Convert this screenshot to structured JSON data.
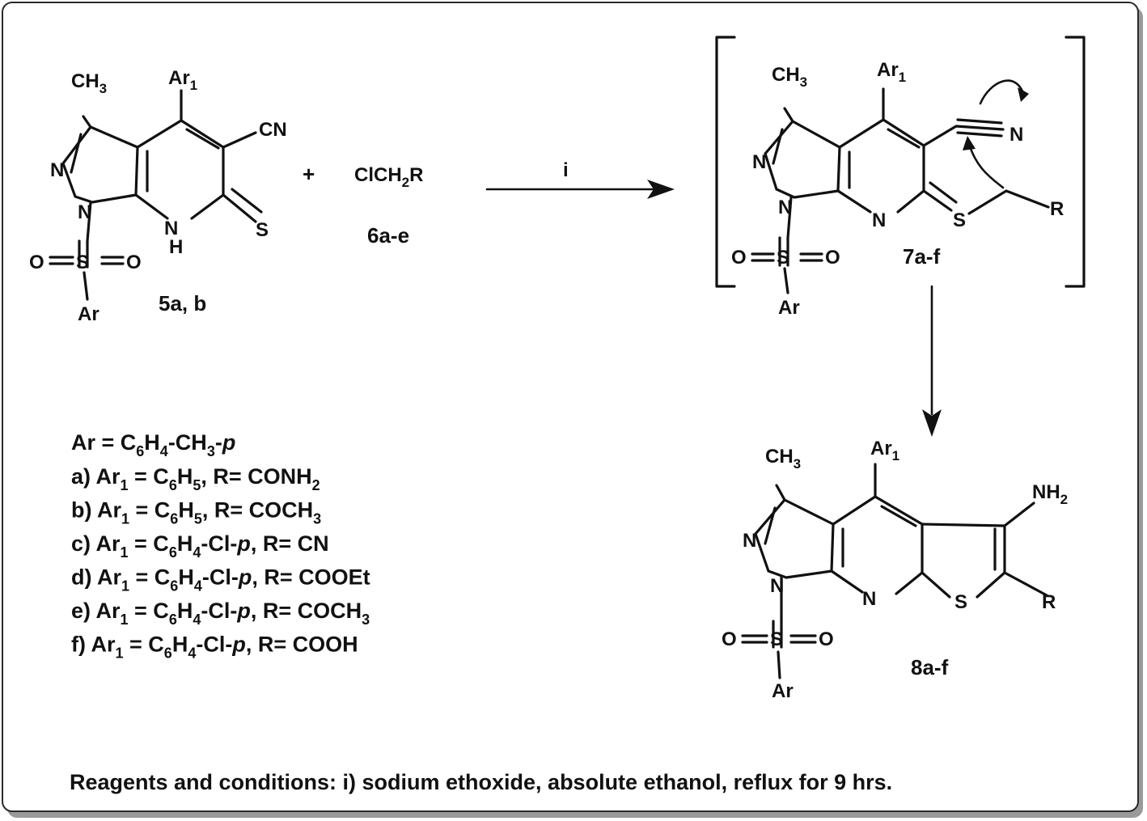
{
  "colors": {
    "ink": "#111111",
    "background": "#ffffff",
    "frame_border": "#2a2a2a",
    "frame_shadow": "#9a9a9a"
  },
  "atoms": {
    "ch3": "CH",
    "ch3_sub": "3",
    "ar1": "Ar",
    "ar1_sub": "1",
    "n": "N",
    "nh": "N",
    "h": "H",
    "s": "S",
    "o": "O",
    "ar": "Ar",
    "cn": "CN",
    "r": "R",
    "nh2": "NH",
    "nh2_sub": "2"
  },
  "reagent": {
    "plus": "+",
    "formula_pre": "ClCH",
    "formula_sub": "2",
    "formula_post": "R"
  },
  "compounds": {
    "c5": "5a, b",
    "c6": "6a-e",
    "c7": "7a-f",
    "c8": "8a-f"
  },
  "arrow_label": "i",
  "definitions": {
    "ar_line": {
      "lead": "Ar = C",
      "s1": "6",
      "m1": "H",
      "s2": "4",
      "m2": "-CH",
      "s3": "3",
      "m3": "-",
      "italic": "p"
    },
    "options": [
      {
        "key": "a)",
        "r1": "C",
        "r1s": "6",
        "r1m": "H",
        "r1s2": "5",
        "r1tail": "",
        "r1it": "",
        "rval": "CONH",
        "rsub": "2"
      },
      {
        "key": "b)",
        "r1": "C",
        "r1s": "6",
        "r1m": "H",
        "r1s2": "5",
        "r1tail": "",
        "r1it": "",
        "rval": "COCH",
        "rsub": "3"
      },
      {
        "key": "c)",
        "r1": "C",
        "r1s": "6",
        "r1m": "H",
        "r1s2": "4",
        "r1tail": "-Cl-",
        "r1it": "p",
        "rval": "CN",
        "rsub": ""
      },
      {
        "key": "d)",
        "r1": "C",
        "r1s": "6",
        "r1m": "H",
        "r1s2": "4",
        "r1tail": "-Cl-",
        "r1it": "p",
        "rval": "COOEt",
        "rsub": ""
      },
      {
        "key": "e)",
        "r1": "C",
        "r1s": "6",
        "r1m": "H",
        "r1s2": "4",
        "r1tail": "-Cl-",
        "r1it": "p",
        "rval": " COCH",
        "rsub": "3"
      },
      {
        "key": "f)",
        "r1": " C",
        "r1s": "6",
        "r1m": "H",
        "r1s2": "4",
        "r1tail": "-Cl-",
        "r1it": "p",
        "rval": "COOH",
        "rsub": ""
      }
    ],
    "ar1_word": "Ar",
    "ar1_sub": "1",
    "eq": " = ",
    "r_eq": ", R= "
  },
  "conditions": "Reagents and conditions: i) sodium ethoxide, absolute ethanol, reflux for 9 hrs."
}
